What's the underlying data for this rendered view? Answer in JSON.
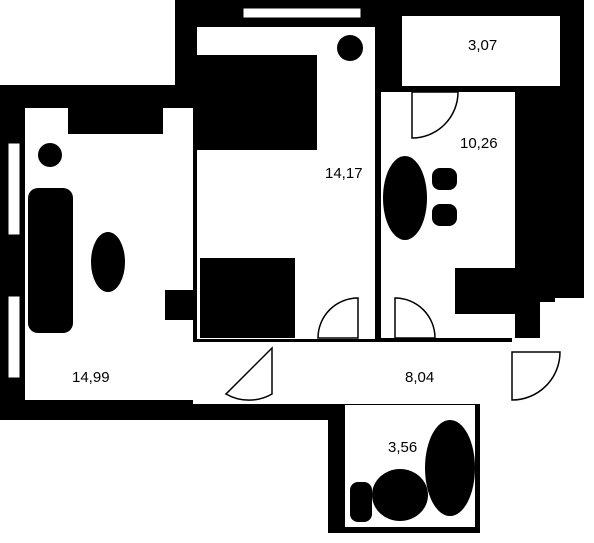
{
  "colors": {
    "wall": "#000000",
    "floor": "#ffffff"
  },
  "rooms": [
    {
      "id": "room-left",
      "area": "14,99"
    },
    {
      "id": "room-center",
      "area": "14,17"
    },
    {
      "id": "balcony",
      "area": "3,07"
    },
    {
      "id": "kitchen",
      "area": "10,26"
    },
    {
      "id": "hallway",
      "area": "8,04"
    },
    {
      "id": "bathroom",
      "area": "3,56"
    }
  ]
}
